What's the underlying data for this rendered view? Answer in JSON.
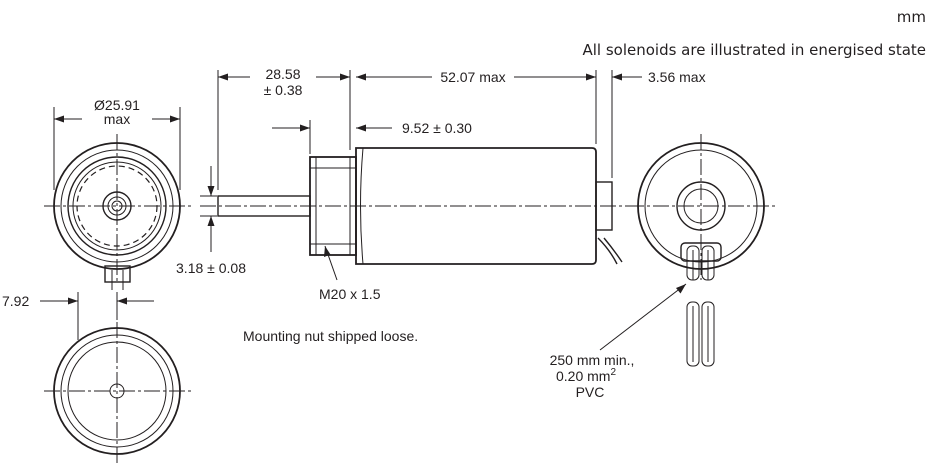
{
  "header": {
    "unit": "mm",
    "state_note": "All solenoids are illustrated in energised state"
  },
  "dimensions": {
    "nut_length": "28.58",
    "nut_length_tol": "± 0.38",
    "body_length": "52.07 max",
    "rear_cap": "3.56 max",
    "diameter": "Ø25.91",
    "diameter_suffix": "max",
    "thread_length": "9.52 ± 0.30",
    "plunger_diameter": "3.18 ± 0.08",
    "offset": "7.92",
    "thread_spec": "M20 x 1.5"
  },
  "notes": {
    "mounting": "Mounting nut shipped loose.",
    "wire_line1": "250 mm min.,",
    "wire_line2": "0.20 mm",
    "wire_line2_sup": "2",
    "wire_line3": "PVC"
  }
}
